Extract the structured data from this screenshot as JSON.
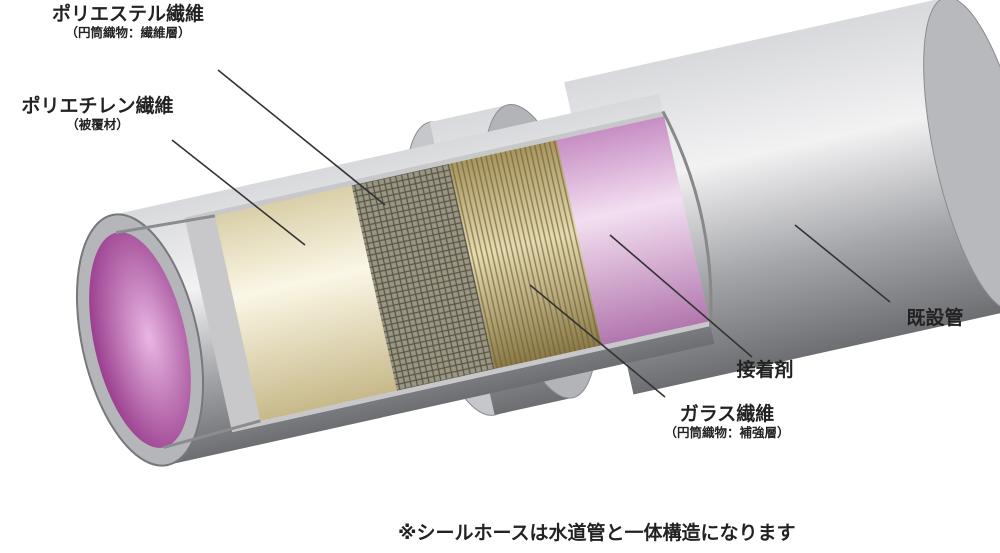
{
  "labels": {
    "polyester": {
      "name": "ポリエステル繊維",
      "detail": "（円筒織物：繊維層）"
    },
    "polyethylene": {
      "name": "ポリエチレン繊維",
      "detail": "（被覆材）"
    },
    "existing_pipe": {
      "name": "既設管"
    },
    "adhesive": {
      "name": "接着剤"
    },
    "glass_fiber": {
      "name": "ガラス繊維",
      "detail": "（円筒織物：補強層）"
    }
  },
  "note": "※シールホースは水道管と一体構造になります",
  "colors": {
    "pipe": "#a9aaae",
    "lining": "#d9a9d6",
    "interior": "#a23a93",
    "coating": "#efe8cf",
    "glass": "#c9b57c"
  }
}
